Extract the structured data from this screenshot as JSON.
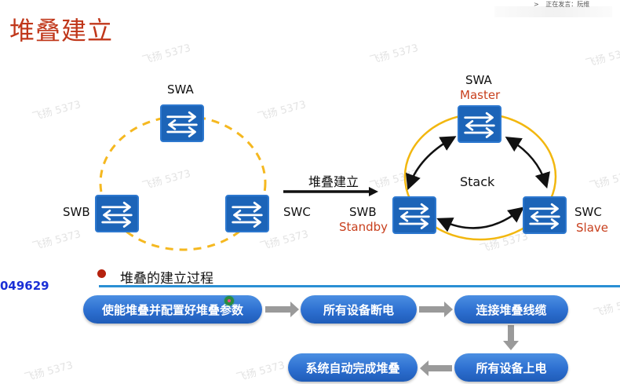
{
  "title": "堆叠建立",
  "top_bar": {
    "text": "正在发言：阮维",
    "chevron": ">"
  },
  "watermark": "飞扬 5373",
  "side_id": "049629",
  "diagram_before": {
    "switches": [
      {
        "name": "SWA"
      },
      {
        "name": "SWB"
      },
      {
        "name": "SWC"
      }
    ],
    "link_style": "dashed",
    "link_color": "#f5b820"
  },
  "transition": {
    "label": "堆叠建立"
  },
  "diagram_after": {
    "center_label": "Stack",
    "ring_color": "#f5b820",
    "switches": [
      {
        "name": "SWA",
        "role": "Master"
      },
      {
        "name": "SWB",
        "role": "Standby"
      },
      {
        "name": "SWC",
        "role": "Slave"
      }
    ]
  },
  "process": {
    "title": "堆叠的建立过程",
    "steps": [
      "使能堆叠并配置好堆叠参数",
      "所有设备断电",
      "连接堆叠线缆",
      "所有设备上电",
      "系统自动完成堆叠"
    ]
  },
  "colors": {
    "title": "#c0371a",
    "switch_blue": "#1c64b8",
    "role_red": "#c8401e",
    "rule_blue": "#2a8fd4",
    "pill_blue": "#2d6fd0",
    "flow_arrow_gray": "#9a9a9a"
  }
}
